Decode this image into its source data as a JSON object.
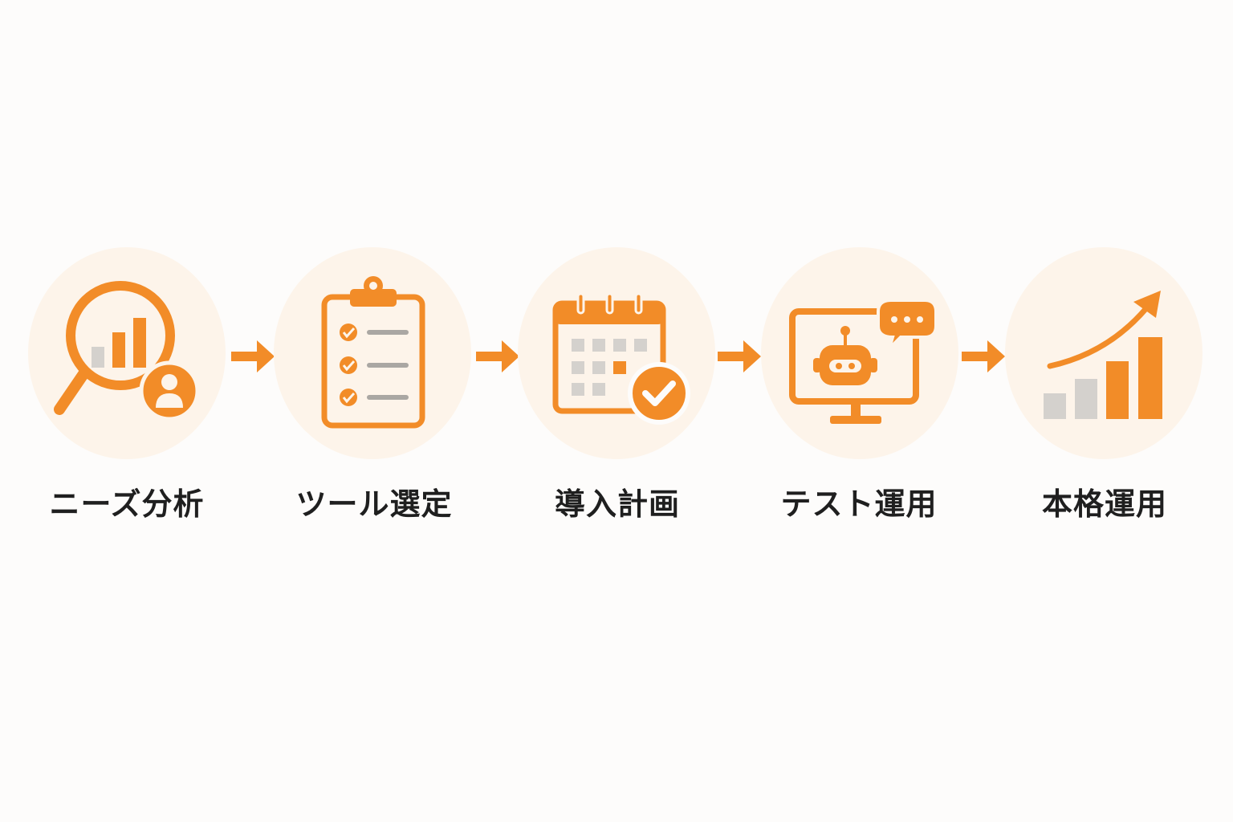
{
  "colors": {
    "accent": "#f28c28",
    "circle_bg": "#fdf4ea",
    "gray": "#d4d1cd",
    "text": "#1f1f1f",
    "background": "#fdfcfb"
  },
  "steps": [
    {
      "label": "ニーズ分析",
      "icon": "magnifier-chart-user-icon"
    },
    {
      "label": "ツール選定",
      "icon": "clipboard-checklist-icon"
    },
    {
      "label": "導入計画",
      "icon": "calendar-check-icon"
    },
    {
      "label": "テスト運用",
      "icon": "monitor-robot-chat-icon"
    },
    {
      "label": "本格運用",
      "icon": "growth-chart-arrow-icon"
    }
  ]
}
